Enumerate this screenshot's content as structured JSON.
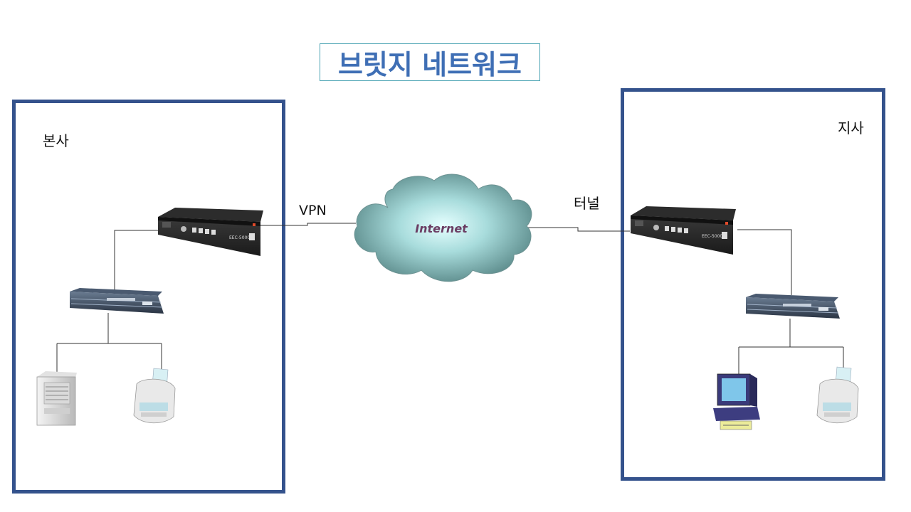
{
  "title": "브릿지 네트워크",
  "sites": {
    "hq": {
      "label": "본사"
    },
    "branch": {
      "label": "지사"
    }
  },
  "links": {
    "hq_link": "VPN",
    "branch_link": "터널"
  },
  "cloud": {
    "label": "Internet"
  },
  "devices": {
    "appliance_model": "EEC-5000"
  },
  "colors": {
    "frame": "#34528c",
    "title": "#3f6fb5",
    "cloud_text": "#6b3d63"
  }
}
